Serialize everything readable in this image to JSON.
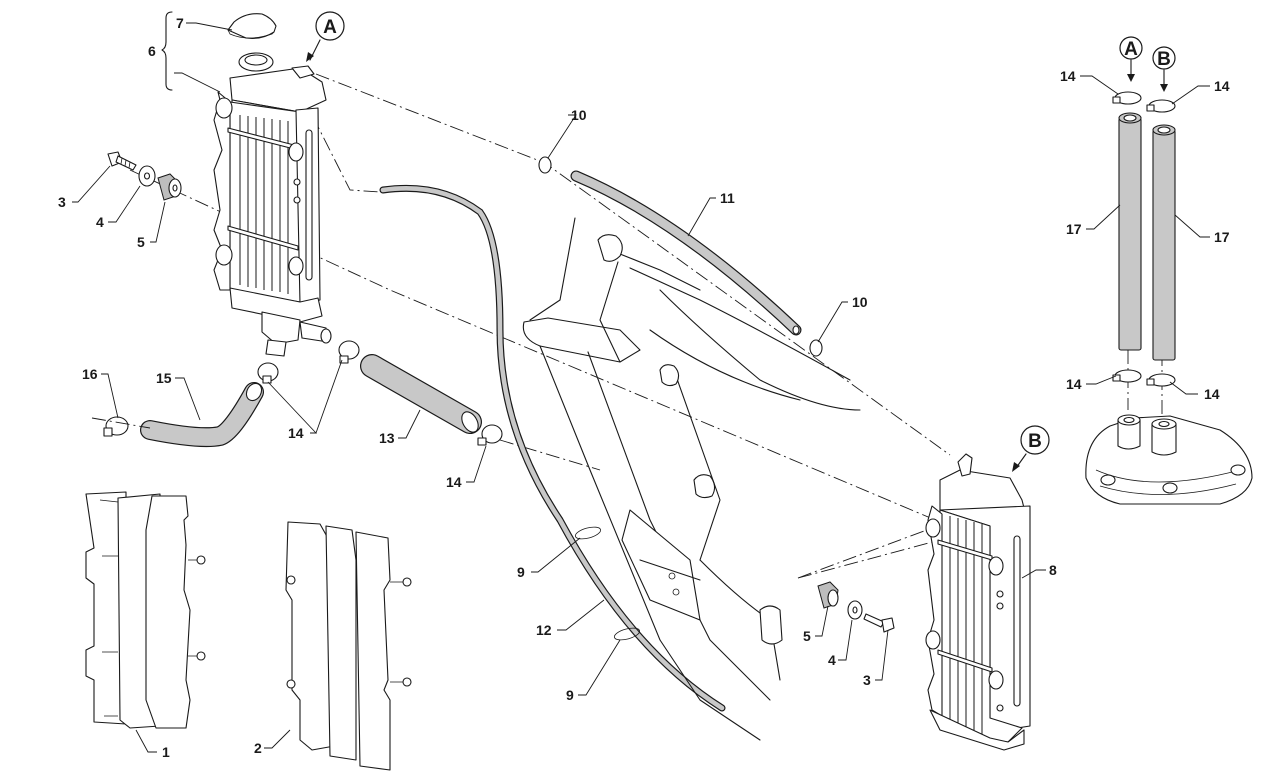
{
  "diagram": {
    "title": "Radiator cooling system exploded view",
    "connection_markers": {
      "a_left_radiator": "A",
      "b_right_radiator": "B",
      "a_pump_hose": "A",
      "b_pump_hose": "B"
    },
    "callouts": {
      "c1_guard_left": "1",
      "c2_guard_right": "2",
      "c3_bolt_left": "3",
      "c3_bolt_right": "3",
      "c4_washer_left": "4",
      "c4_washer_right": "4",
      "c5_grommet_left": "5",
      "c5_grommet_right": "5",
      "c6_radiator_left_assy": "6",
      "c7_radiator_cap": "7",
      "c8_radiator_right": "8",
      "c9_clip_upper": "9",
      "c9_clip_lower": "9",
      "c10_clamp_upper": "10",
      "c10_clamp_lower": "10",
      "c11_hose_upper": "11",
      "c12_overflow_hose": "12",
      "c13_hose_straight": "13",
      "c14_clamp_pair": "14",
      "c14_clamp_hose13_end": "14",
      "c14_clamp_pumpA_top": "14",
      "c14_clamp_pumpB_top": "14",
      "c14_clamp_pumpA_bottom": "14",
      "c14_clamp_pumpB_bottom": "14",
      "c15_hose_elbow": "15",
      "c16_clamp": "16",
      "c17_hose_A": "17",
      "c17_hose_B": "17"
    }
  }
}
